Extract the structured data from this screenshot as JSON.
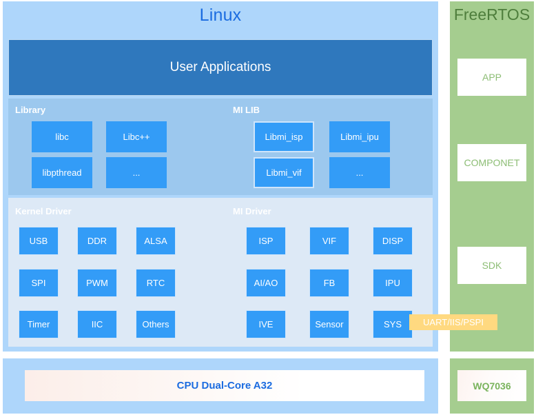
{
  "diagram": {
    "title_left": "Linux",
    "title_right": "FreeRTOS",
    "colors": {
      "linux_panel": "#aed6fb",
      "user_apps": "#2f78bd",
      "library_band": "#9cc8ee",
      "driver_band": "#dde9f6",
      "chip": "#339cf7",
      "rtos_panel": "#a5cd8f",
      "rtos_title": "#4e7e3c",
      "linux_title": "#1b6ce0",
      "uart_badge": "#ffd980",
      "cpu_text": "#1b6ce0"
    }
  },
  "user_applications": {
    "label": "User Applications"
  },
  "library": {
    "label": "Library",
    "items": [
      {
        "label": "libc",
        "highlighted": false
      },
      {
        "label": "Libc++",
        "highlighted": false
      },
      {
        "label": "libpthread",
        "highlighted": false
      },
      {
        "label": "...",
        "highlighted": false
      }
    ]
  },
  "mi_lib": {
    "label": "MI LIB",
    "items": [
      {
        "label": "Libmi_isp",
        "highlighted": true
      },
      {
        "label": "Libmi_ipu",
        "highlighted": false
      },
      {
        "label": "Libmi_vif",
        "highlighted": true
      },
      {
        "label": "...",
        "highlighted": false
      }
    ]
  },
  "kernel_driver": {
    "label": "Kernel Driver",
    "items": [
      {
        "label": "USB"
      },
      {
        "label": "DDR"
      },
      {
        "label": "ALSA"
      },
      {
        "label": "SPI"
      },
      {
        "label": "PWM"
      },
      {
        "label": "RTC"
      },
      {
        "label": "Timer"
      },
      {
        "label": "IIC"
      },
      {
        "label": "Others"
      }
    ]
  },
  "mi_driver": {
    "label": "MI Driver",
    "items": [
      {
        "label": "ISP"
      },
      {
        "label": "VIF"
      },
      {
        "label": "DISP"
      },
      {
        "label": "AI/AO"
      },
      {
        "label": "FB"
      },
      {
        "label": "IPU"
      },
      {
        "label": "IVE"
      },
      {
        "label": "Sensor"
      },
      {
        "label": "SYS"
      }
    ]
  },
  "uart_badge": {
    "label": "UART/IIS/PSPI"
  },
  "cpu": {
    "label": "CPU Dual-Core A32"
  },
  "freertos": {
    "title": "FreeRTOS",
    "boxes": [
      {
        "label": "APP"
      },
      {
        "label": "COMPONET"
      },
      {
        "label": "SDK"
      }
    ],
    "footer_box": {
      "label": "WQ7036"
    }
  }
}
